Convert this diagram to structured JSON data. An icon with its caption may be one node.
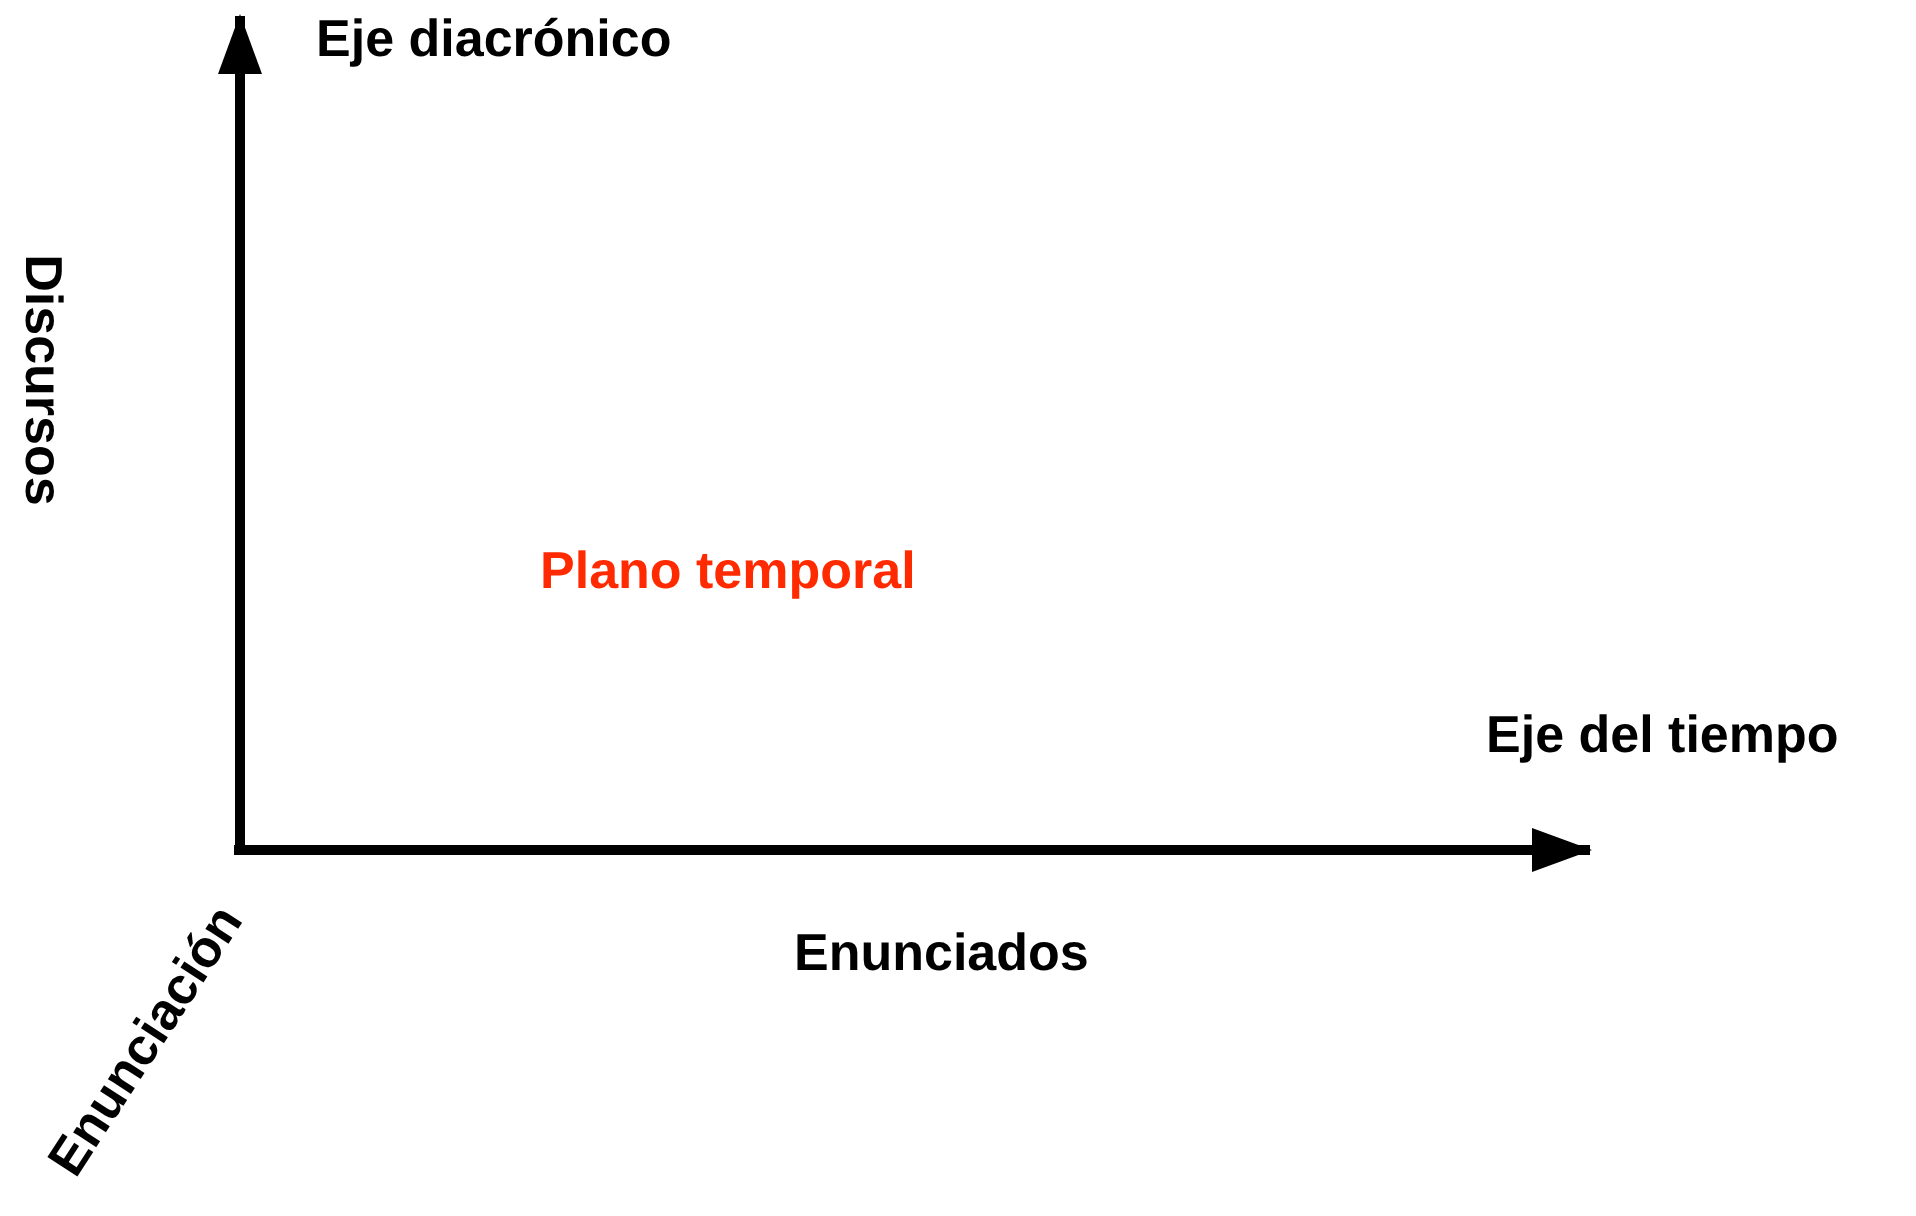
{
  "diagram": {
    "labels": [
      "Eje diacrónico",
      "Discursos",
      "Plano temporal",
      "Eje del tiempo",
      "Enunciados",
      "Enunciación"
    ]
  }
}
